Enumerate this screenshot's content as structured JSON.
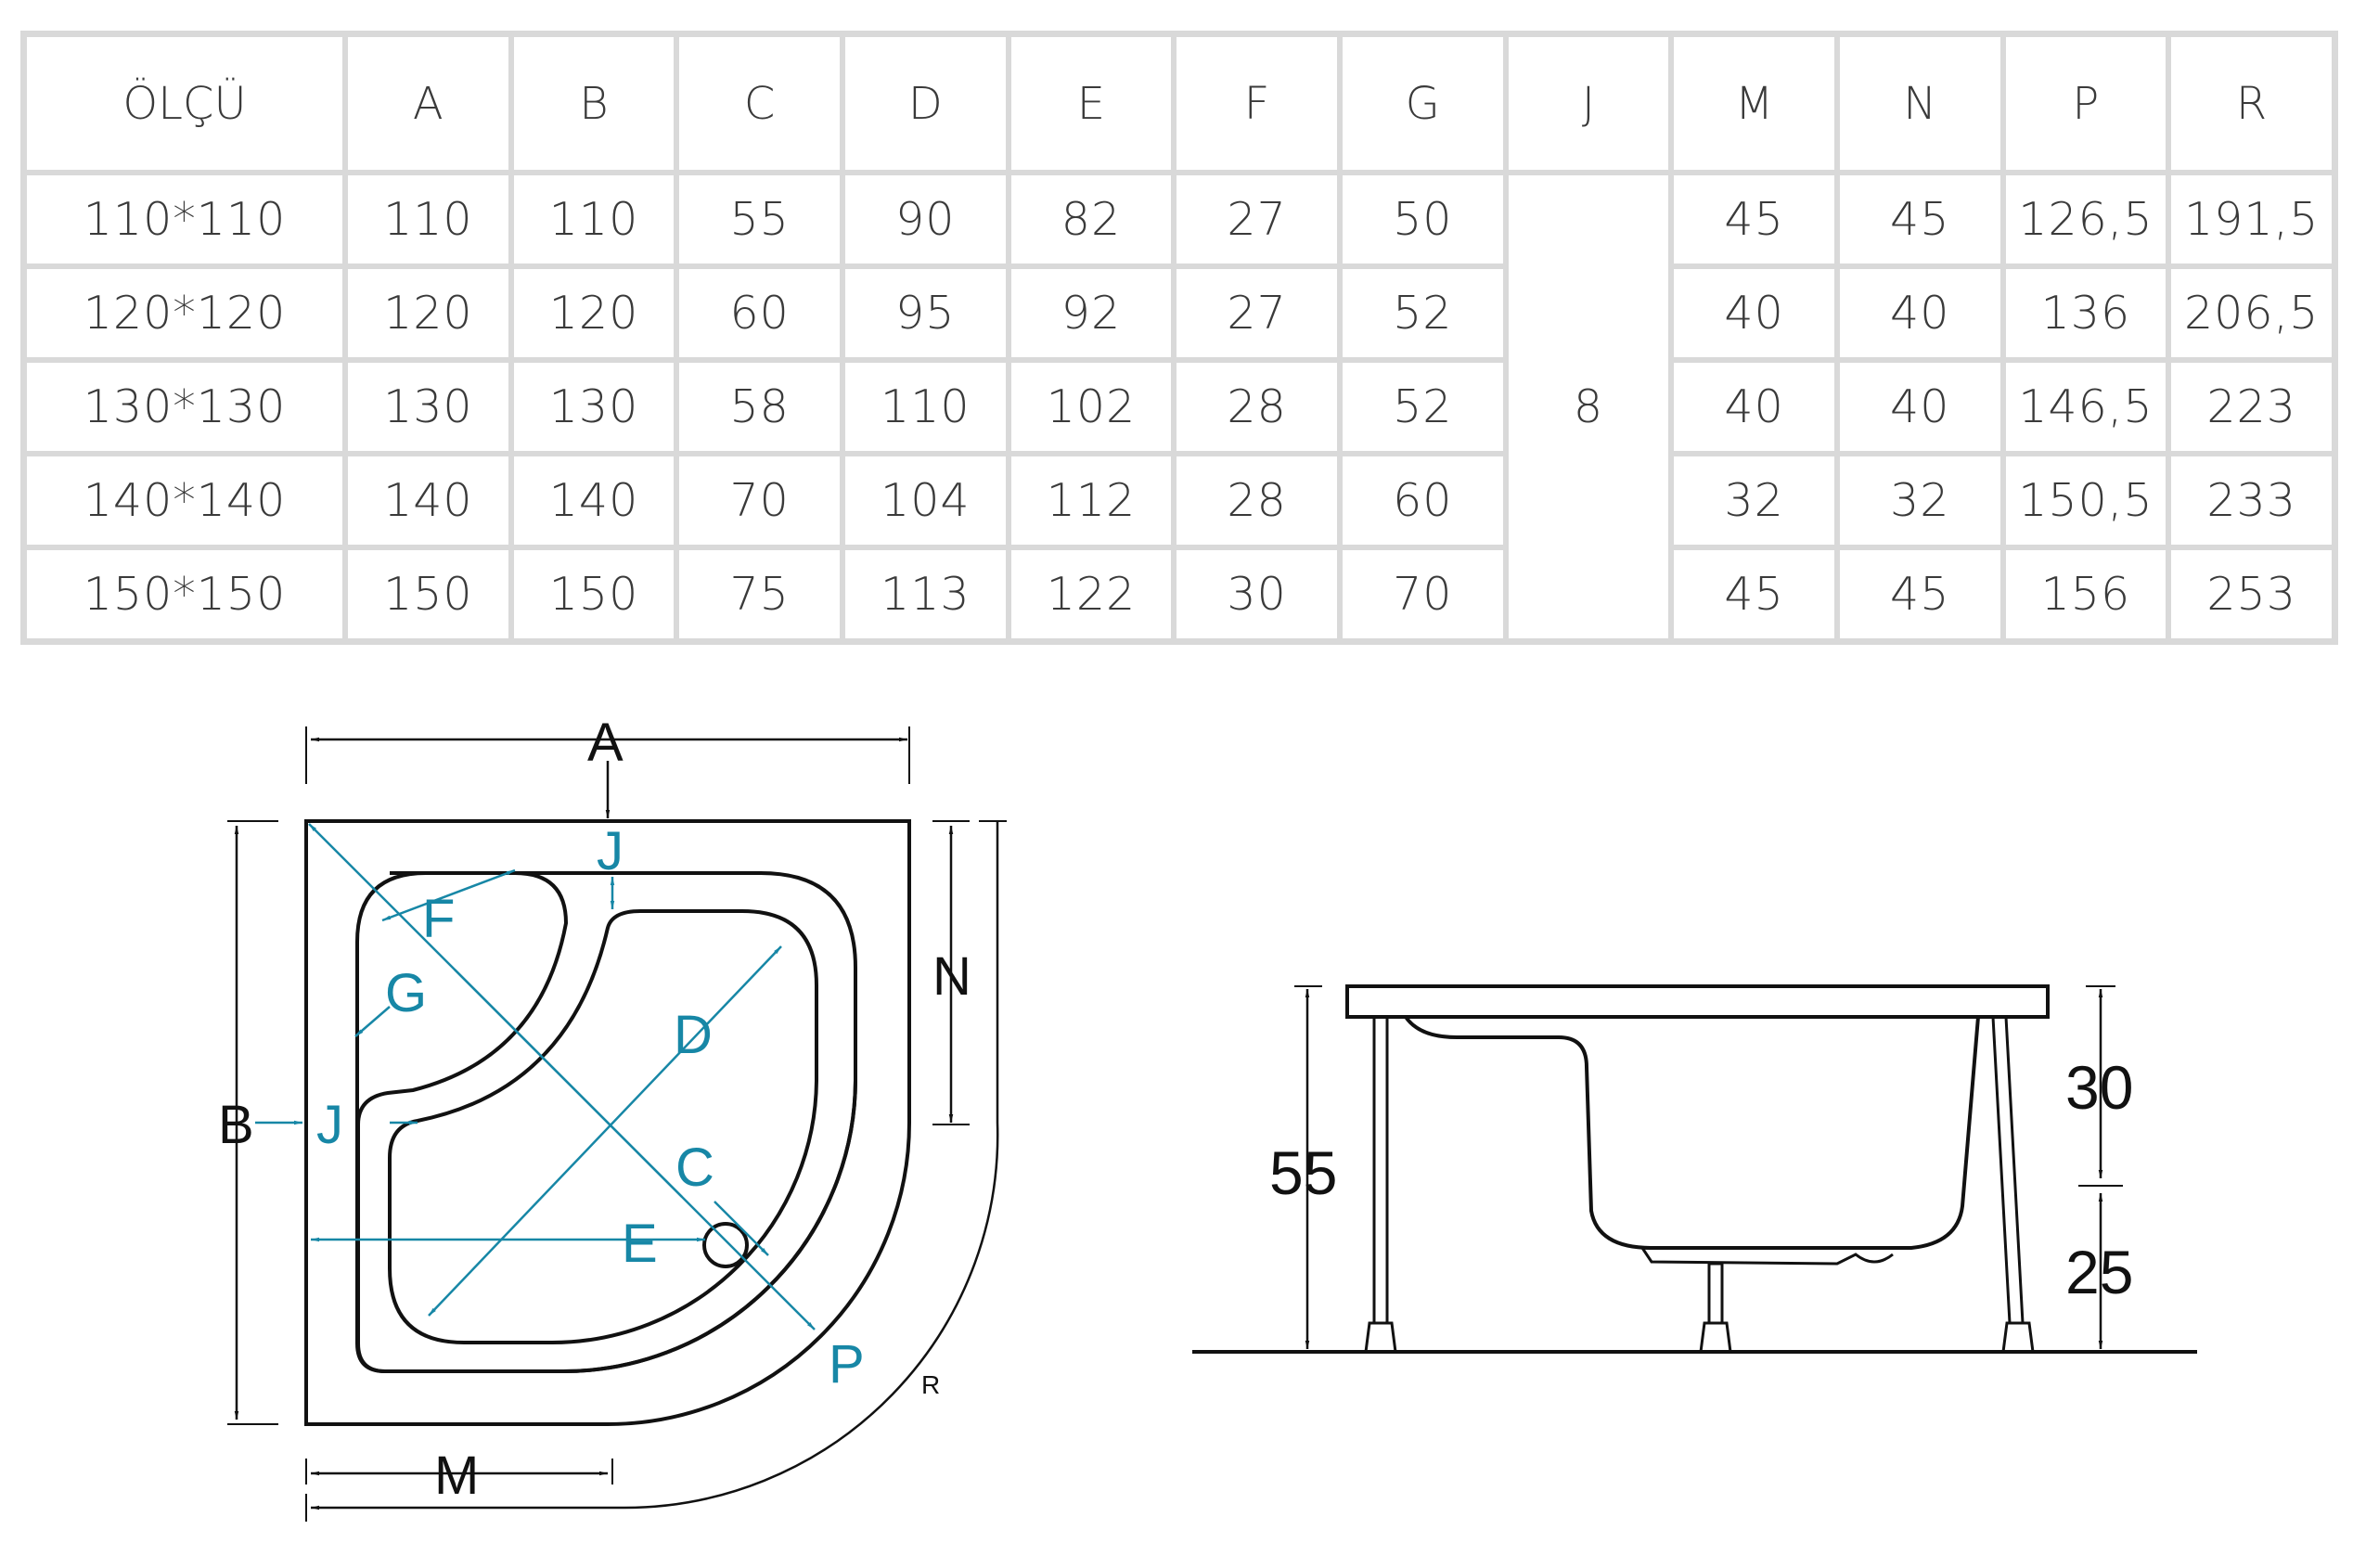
{
  "table": {
    "headers": [
      "ÖLÇÜ",
      "A",
      "B",
      "C",
      "D",
      "E",
      "F",
      "G",
      "J",
      "M",
      "N",
      "P",
      "R"
    ],
    "j_value": "8",
    "rows": [
      [
        "110*110",
        "110",
        "110",
        "55",
        "90",
        "82",
        "27",
        "50",
        "45",
        "45",
        "126,5",
        "191,5"
      ],
      [
        "120*120",
        "120",
        "120",
        "60",
        "95",
        "92",
        "27",
        "52",
        "40",
        "40",
        "136",
        "206,5"
      ],
      [
        "130*130",
        "130",
        "130",
        "58",
        "110",
        "102",
        "28",
        "52",
        "40",
        "40",
        "146,5",
        "223"
      ],
      [
        "140*140",
        "140",
        "140",
        "70",
        "104",
        "112",
        "28",
        "60",
        "32",
        "32",
        "150,5",
        "233"
      ],
      [
        "150*150",
        "150",
        "150",
        "75",
        "113",
        "122",
        "30",
        "70",
        "45",
        "45",
        "156",
        "253"
      ]
    ]
  },
  "top_view": {
    "labels": {
      "A": "A",
      "B": "B",
      "C": "C",
      "D": "D",
      "E": "E",
      "F": "F",
      "G": "G",
      "J_top": "J",
      "J_left": "J",
      "M": "M",
      "N": "N",
      "P": "P",
      "R": "R"
    },
    "colors": {
      "outline": "#111111",
      "dimension_blue": "#1787a6"
    }
  },
  "side_view": {
    "labels": {
      "total_height": "55",
      "upper_height": "30",
      "lower_height": "25"
    }
  }
}
